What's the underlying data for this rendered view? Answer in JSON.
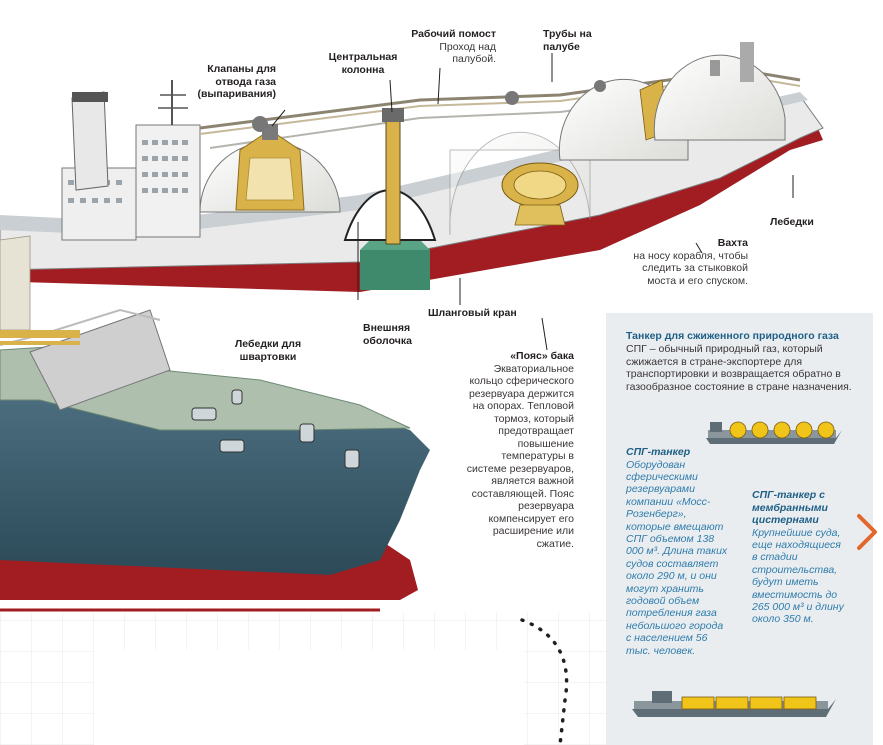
{
  "labels": {
    "vent_valves": "Клапаны для отвода газа (выпаривания)",
    "central_column": "Центральная колонна",
    "work_platform_title": "Рабочий помост",
    "work_platform_desc": "Проход над палубой.",
    "deck_pipes": "Трубы на палубе",
    "winches": "Лебедки",
    "watch_title": "Вахта",
    "watch_desc": "на носу корабля, чтобы следить за стыковкой моста и его спуском.",
    "hose_crane": "Шланговый кран",
    "outer_shell": "Внешняя оболочка",
    "mooring_winches": "Лебедки для швартовки",
    "belt_title": "«Пояс» бака",
    "belt_desc": "Экваториальное кольцо сферического резервуара держится на опорах. Тепловой тормоз, который предотвращает повышение температуры в системе резервуаров, является важной составляющей. Пояс резервуара компенсирует его расширение или сжатие."
  },
  "panel": {
    "title": "Танкер для сжиженного природного газа",
    "intro": "СПГ – обычный природный газ, который сжижается в стране-экспортере для транспортировки и возвращается обратно в газообразное состояние в стране назначения.",
    "moss_title": "СПГ-танкер",
    "moss_desc": "Оборудован сферическими резервуарами компании «Мосс-Розенберг», которые вмещают СПГ объемом 138 000 м³. Длина таких судов составляет около 290 м, и они могут хранить годовой объем потребления газа небольшого города с населением 56 тыс. человек.",
    "membrane_title": "СПГ-танкер с мембранными цистернами",
    "membrane_desc": "Крупнейшие суда, еще находящиеся в стадии строительства, будут иметь вместимость до 265 000 м³ и длину около 350 м."
  },
  "icons": {
    "next": "chevron-right-icon"
  },
  "colors": {
    "hull_red": "#a11d22",
    "hull_teal": "#3e6273",
    "deck_green": "#aebfae",
    "sphere_white": "#f4f4f2",
    "insulation_gold": "#d9b34a",
    "panel_bg": "#e9edf0",
    "panel_title": "#1f5f86",
    "panel_italic": "#2f7cab",
    "accent_orange": "#e2672a"
  }
}
